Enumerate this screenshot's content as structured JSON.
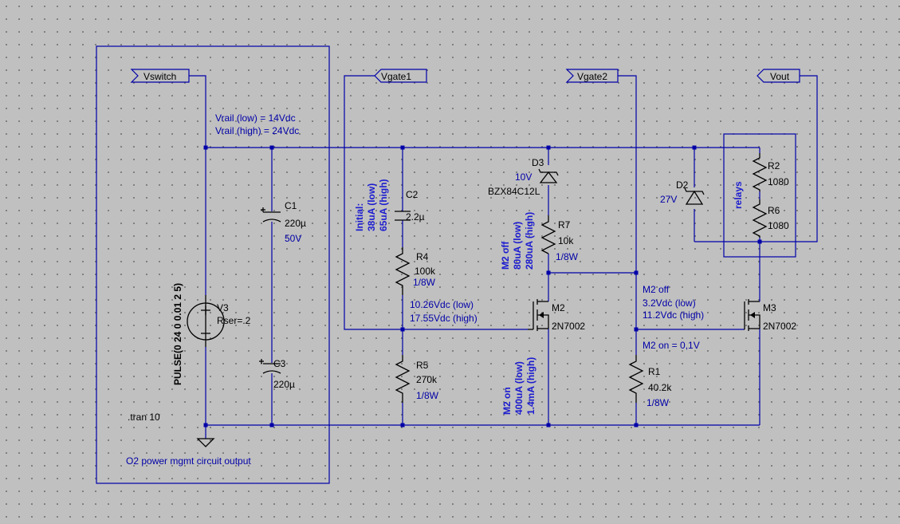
{
  "nets": {
    "vswitch": "Vswitch",
    "vgate1": "Vgate1",
    "vgate2": "Vgate2",
    "vout": "Vout"
  },
  "notes": {
    "rail_low": "Vrail (low) = 14Vdc",
    "rail_high": "Vrail (high) = 24Vdc",
    "initial_title": "Initial:",
    "initial_low": "38uA (low)",
    "initial_high": "65uA (high)",
    "m2off_title": "M2 off",
    "m2off_low": "80uA (low)",
    "m2off_high": "280uA (high)",
    "m2on_title": "M2 on",
    "m2on_low": "400uA (low)",
    "m2on_high": "1.4mA (high)",
    "vg1_low": "10.26Vdc (low)",
    "vg1_high": "17.55Vdc (high)",
    "vg2_title": "M2 off",
    "vg2_low": "3.2Vdc (low)",
    "vg2_high": "11.2Vdc (high)",
    "vg2_on": "M2 on = 0,1V",
    "relays": "relays",
    "tran": ".tran 10",
    "caption": "O2 power mgmt circuit output"
  },
  "components": {
    "c1": {
      "name": "C1",
      "value": "220µ",
      "voltage": "50V"
    },
    "c2": {
      "name": "C2",
      "value": "2.2µ"
    },
    "c3": {
      "name": "C3",
      "value": "220µ"
    },
    "r1": {
      "name": "R1",
      "value": "40.2k",
      "power": "1/8W"
    },
    "r2": {
      "name": "R2",
      "value": "1080"
    },
    "r4": {
      "name": "R4",
      "value": "100k",
      "power": "1/8W"
    },
    "r5": {
      "name": "R5",
      "value": "270k",
      "power": "1/8W"
    },
    "r6": {
      "name": "R6",
      "value": "1080"
    },
    "r7": {
      "name": "R7",
      "value": "10k",
      "power": "1/8W"
    },
    "d2": {
      "name": "D2",
      "value": "27V"
    },
    "d3": {
      "name": "D3",
      "value": "10V",
      "part": "BZX84C12L"
    },
    "m2": {
      "name": "M2",
      "part": "2N7002"
    },
    "m3": {
      "name": "M3",
      "part": "2N7002"
    },
    "v3": {
      "name": "V3",
      "param": "Rser=.2",
      "source": "PULSE(0 24 0 0.01 2 5)"
    }
  },
  "colors": {
    "background": "#c0c0c0",
    "wire": "#0000a8",
    "component": "#000000",
    "note_text": "#1c1cd0"
  }
}
